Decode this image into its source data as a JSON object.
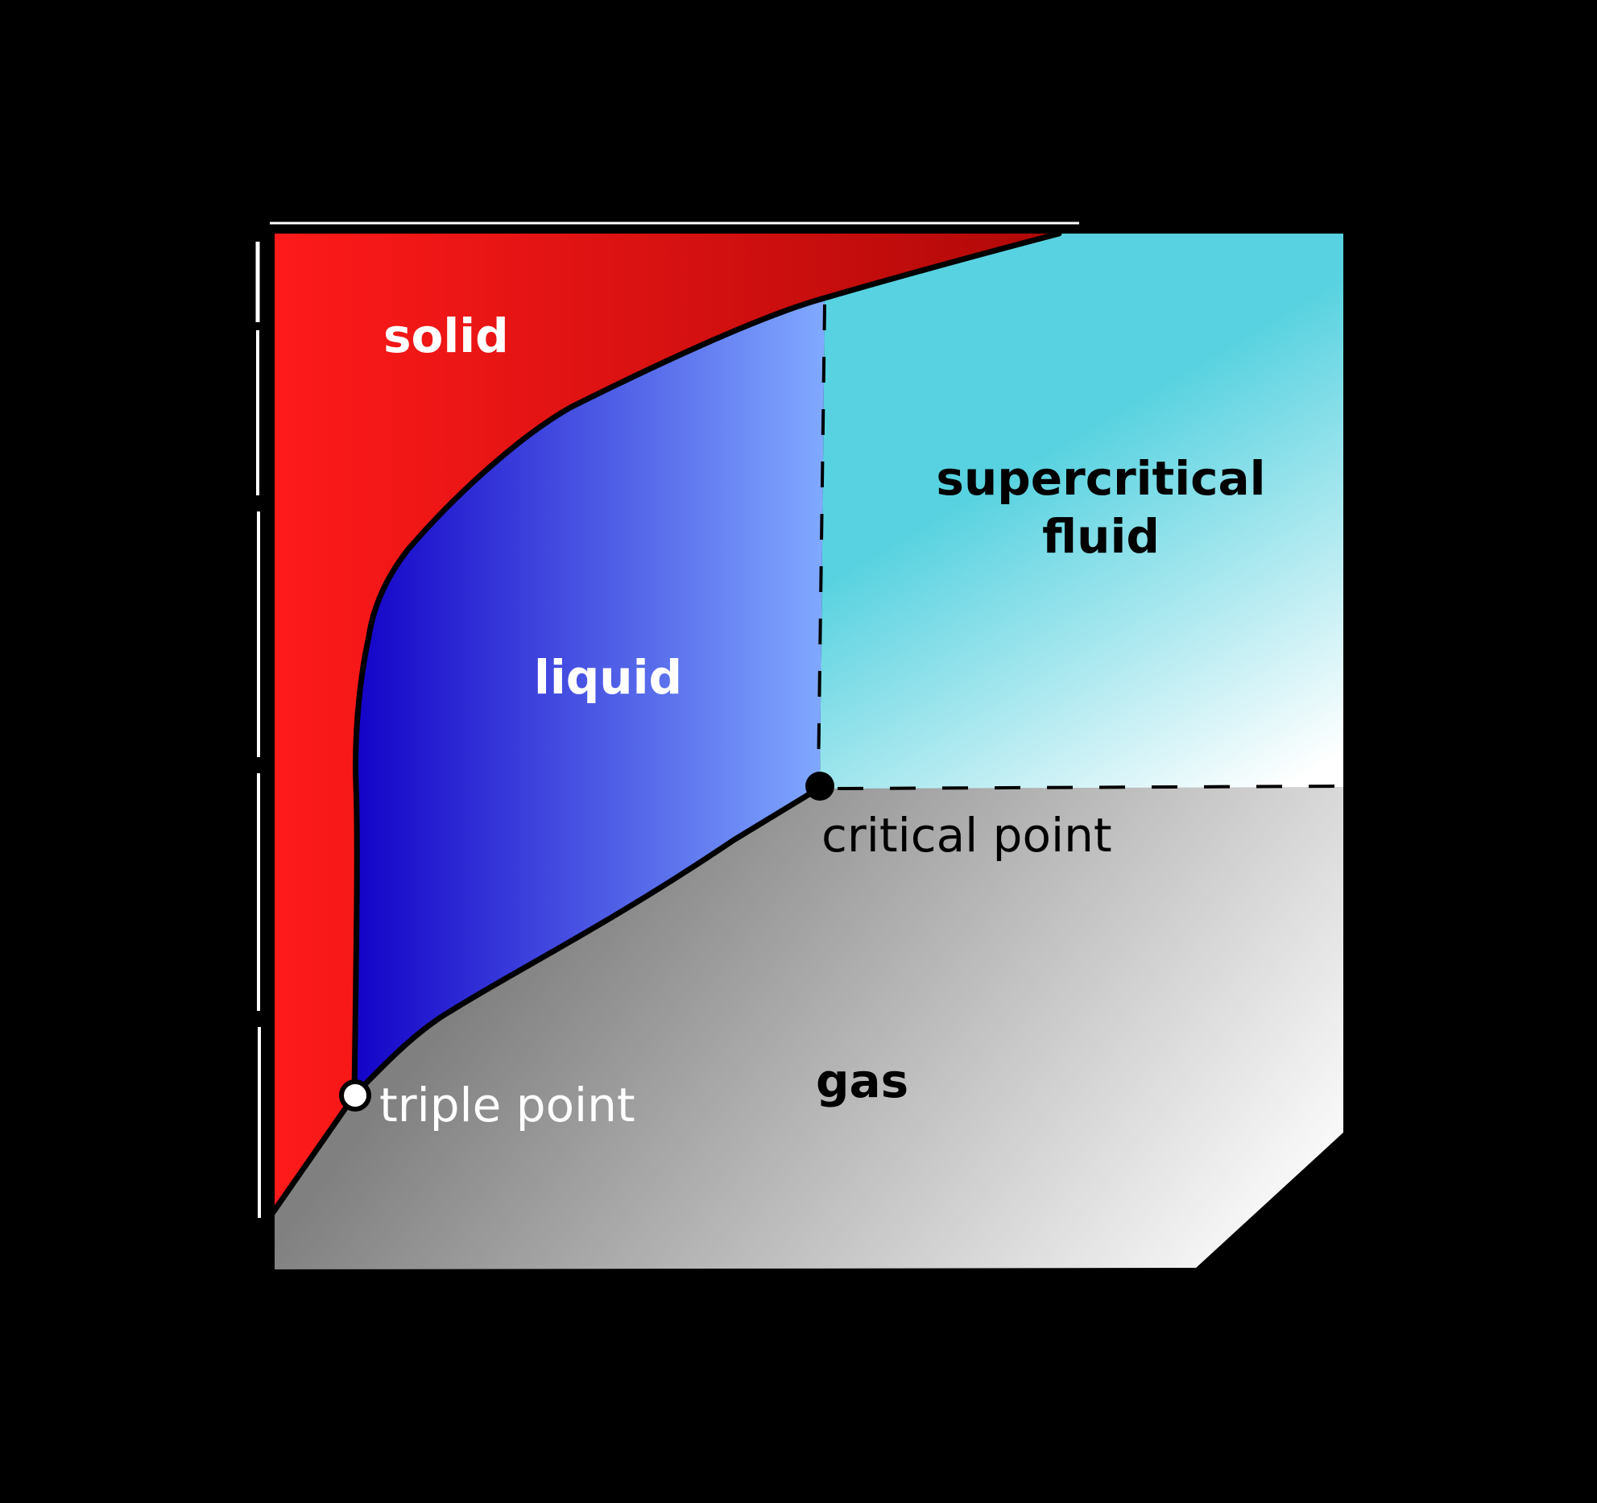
{
  "diagram": {
    "type": "phase-diagram",
    "regions": {
      "solid": {
        "label": "solid",
        "color_left": "#FF1A1A",
        "color_right": "#B00808"
      },
      "liquid": {
        "label": "liquid",
        "color_left": "#1404C8",
        "color_right": "#80A8FF"
      },
      "supercritical": {
        "label_line1": "supercritical",
        "label_line2": "fluid",
        "color": "#58D2E0",
        "color_fade": "#FFFFFF"
      },
      "gas": {
        "label": "gas",
        "color_dark": "#808080",
        "color_light": "#FFFFFF"
      }
    },
    "points": {
      "triple_point": {
        "label": "triple point",
        "fill": "#FFFFFF"
      },
      "critical_point": {
        "label": "critical point",
        "fill": "#000000"
      }
    },
    "background": "#000000"
  }
}
